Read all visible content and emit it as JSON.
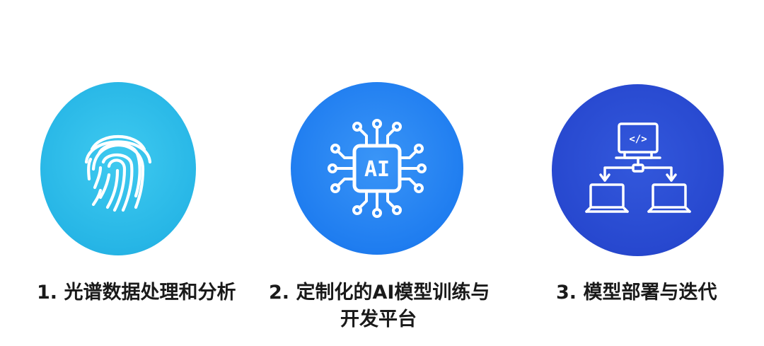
{
  "steps": [
    {
      "label": "1. 光谱数据处理和分析",
      "icon": "fingerprint-icon",
      "color": "#2dbde8"
    },
    {
      "label_line1": "2. 定制化的AI模型训练与",
      "label_line2": "开发平台",
      "icon": "ai-chip-icon",
      "chip_text": "AI",
      "color": "#1f7df0"
    },
    {
      "label": "3. 模型部署与迭代",
      "icon": "network-deploy-icon",
      "code_text": "</>",
      "color": "#2748cf"
    }
  ]
}
